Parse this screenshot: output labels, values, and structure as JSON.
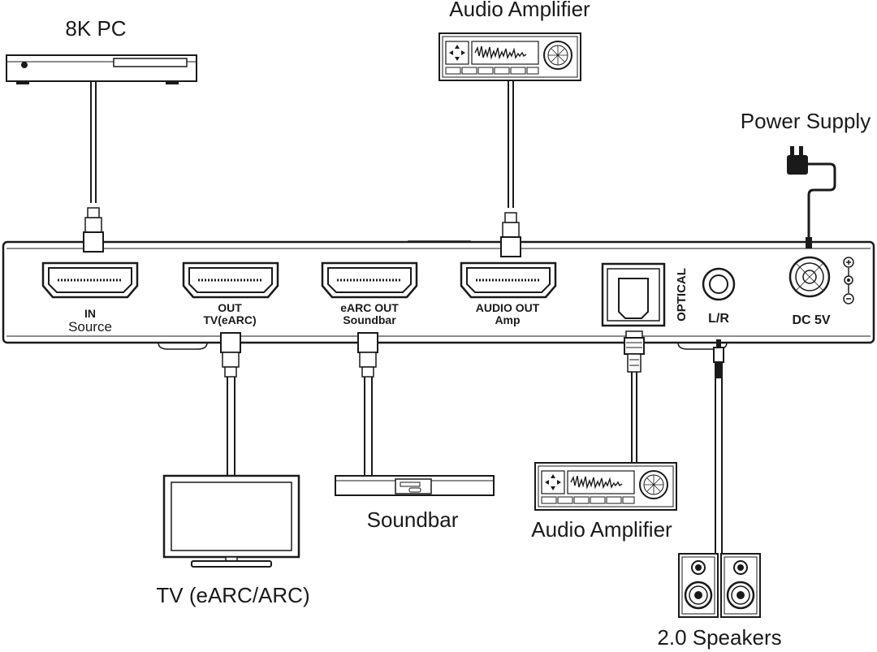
{
  "labels": {
    "pc": "8K PC",
    "amp_top": "Audio Amplifier",
    "power": "Power Supply",
    "soundbar": "Soundbar",
    "amp_bottom": "Audio Amplifier",
    "tv": "TV (eARC/ARC)",
    "speakers": "2.0 Speakers"
  },
  "ports": {
    "in_line1": "IN",
    "in_line2": "Source",
    "out_line1": "OUT",
    "out_line2": "TV(eARC)",
    "earc_line1": "eARC OUT",
    "earc_line2": "Soundbar",
    "audio_line1": "AUDIO OUT",
    "audio_line2": "Amp",
    "optical": "OPTICAL",
    "lr": "L/R",
    "dc": "DC 5V",
    "plus": "+",
    "minus": "−"
  }
}
